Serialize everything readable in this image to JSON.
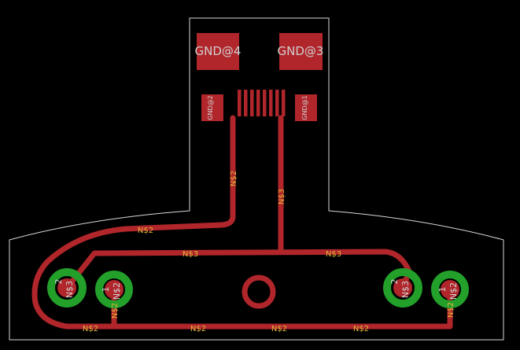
{
  "pads": {
    "gnd4": "GND@4",
    "gnd3": "GND@3",
    "gnd2": "GND@2",
    "gnd1": "GND@1"
  },
  "nets": {
    "ns2": "N$2",
    "ns3": "N$3"
  },
  "pins": {
    "one": "1",
    "two": "2"
  },
  "colors": {
    "background": "#000000",
    "copper": "#b0262b",
    "through_hole": "#22a02a",
    "net_label": "#e6b53a",
    "outline": "#d8d8d8"
  },
  "connector_finger_count": 8
}
